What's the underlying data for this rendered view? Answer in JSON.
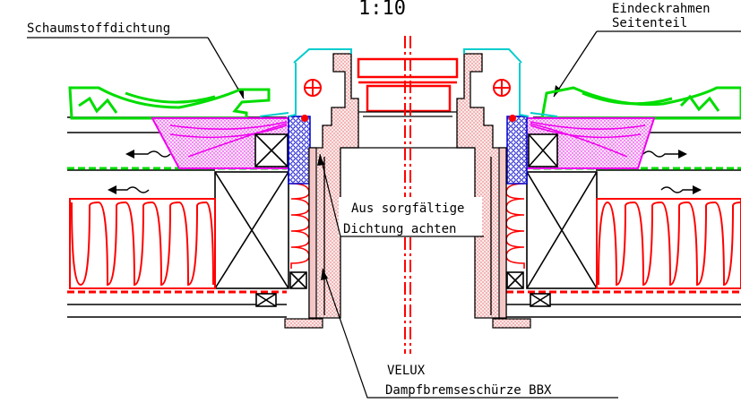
{
  "drawing": {
    "scale": "1:10",
    "labels": {
      "foam_seal": "Schaumstoffdichtung",
      "cover_frame_line1": "Eindeckrahmen",
      "cover_frame_line2": "Seitenteil",
      "careful_seal_line1": "Aus sorgfältige",
      "careful_seal_line2": "Dichtung achten",
      "velux_line1": "VELUX",
      "velux_line2": "Dampfbremseschürze BBX"
    },
    "colors": {
      "roof_tile": "#00dd00",
      "foam": "#ee00ee",
      "insulation": "#ff0000",
      "seal_blue": "#0000cc",
      "flashing": "#00cccc",
      "window_frame": "#ff0000",
      "frame_fill": "#f4c7c7",
      "line": "#000000"
    }
  }
}
